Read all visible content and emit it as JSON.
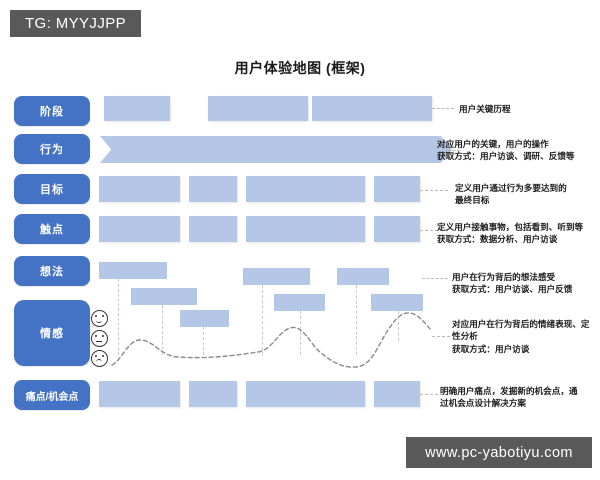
{
  "watermarks": {
    "top": "TG: MYYJJPP",
    "bottom": "www.pc-yabotiyu.com"
  },
  "title": "用户体验地图 (框架)",
  "colors": {
    "label_blue": "#4472c4",
    "box_blue": "#b4c7e7",
    "watermark_gray": "#595959",
    "leader_gray": "#b9b9b9"
  },
  "rows": [
    {
      "id": "stage",
      "label": "阶段",
      "annotation": "用户关键历程",
      "item_count": 3,
      "shape": "rectangle"
    },
    {
      "id": "behavior",
      "label": "行为",
      "annotation": "对应用户的关键，用户的操作\n获取方式：用户访谈、调研、反馈等",
      "item_count": 5,
      "shape": "chevron"
    },
    {
      "id": "goal",
      "label": "目标",
      "annotation": "定义用户通过行为多要达到的\n最终目标",
      "item_count": 4,
      "shape": "rectangle"
    },
    {
      "id": "touchpoint",
      "label": "触点",
      "annotation": "定义用户接触事物，包括看到、听到等\n获取方式：数据分析、用户访谈",
      "item_count": 4,
      "shape": "rectangle"
    },
    {
      "id": "thought",
      "label": "想法",
      "annotation": "用户在行为背后的想法感受\n获取方式：用户访谈、用户反馈",
      "item_count": 6,
      "shape": "callout"
    },
    {
      "id": "emotion",
      "label": "情感",
      "annotation": "对应用户在行为背后的情绪表现、定\n性分析\n获取方式：用户访谈",
      "item_count": 0,
      "shape": "curve"
    },
    {
      "id": "painpoint",
      "label": "痛点/机会点",
      "annotation": "明确用户痛点，发掘新的机会点，通\n过机会点设计解决方案",
      "item_count": 4,
      "shape": "rectangle"
    }
  ],
  "emotion_faces": [
    {
      "id": "happy",
      "name": "happy-face-icon"
    },
    {
      "id": "neutral",
      "name": "neutral-face-icon"
    },
    {
      "id": "sad",
      "name": "sad-face-icon"
    }
  ]
}
